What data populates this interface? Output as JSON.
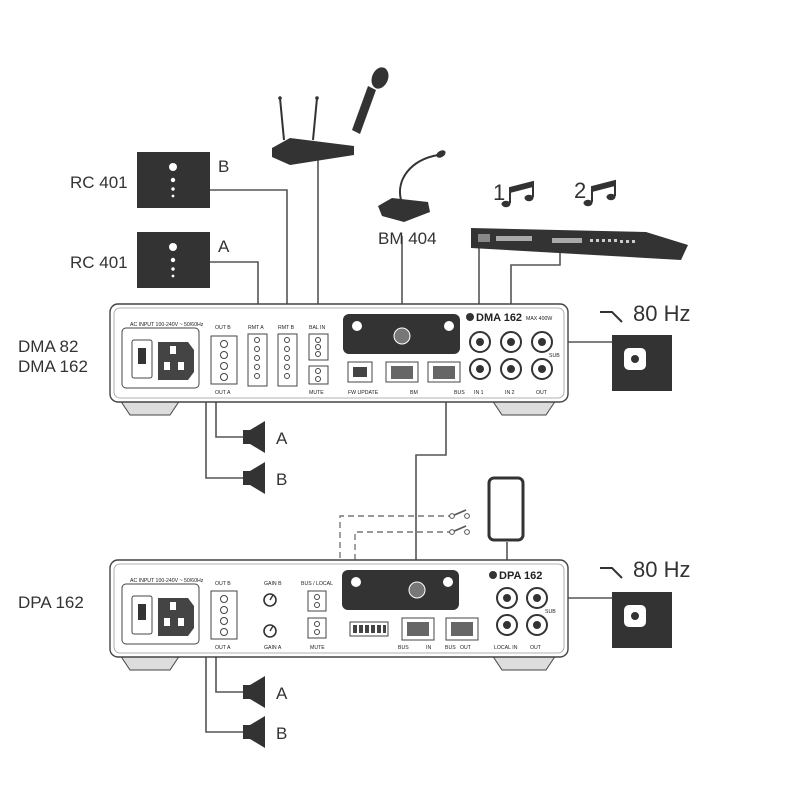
{
  "remotes": {
    "top": {
      "name": "RC 401",
      "zone": "B"
    },
    "bottom": {
      "name": "RC 401",
      "zone": "A"
    }
  },
  "mic_station": {
    "name": "BM 404"
  },
  "sources": {
    "source_1": "1",
    "source_2": "2"
  },
  "dma": {
    "name_line1": "DMA 82",
    "name_line2": "DMA 162",
    "model_badge": "DMA 162",
    "max_power": "MAX 400W",
    "ac_input": "AC INPUT  100-240V ~ 50/60Hz",
    "out_b": "OUT B",
    "out_a": "OUT A",
    "rmt_a": "RMT A",
    "rmt_b": "RMT B",
    "bal_in": "BAL IN",
    "mute": "MUTE",
    "fw_update": "FW UPDATE",
    "bm": "BM",
    "bus": "BUS",
    "in1": "IN 1",
    "in2": "IN 2",
    "out": "OUT",
    "sub": "SUB",
    "sub_freq": "80 Hz",
    "zone_a": "A",
    "zone_b": "B"
  },
  "dpa": {
    "name": "DPA 162",
    "model_badge": "DPA 162",
    "ac_input": "AC INPUT  100-240V ~ 50/60Hz",
    "out_b": "OUT B",
    "out_a": "OUT A",
    "gain_b": "GAIN B",
    "gain_a": "GAIN A",
    "bus_local": "BUS / LOCAL",
    "mute": "MUTE",
    "bus_in": "BUS",
    "in": "IN",
    "bus_out": "BUS",
    "out": "OUT",
    "local_in": "LOCAL IN",
    "out_rca": "OUT",
    "sub": "SUB",
    "sub_freq": "80 Hz",
    "zone_a": "A",
    "zone_b": "B"
  }
}
